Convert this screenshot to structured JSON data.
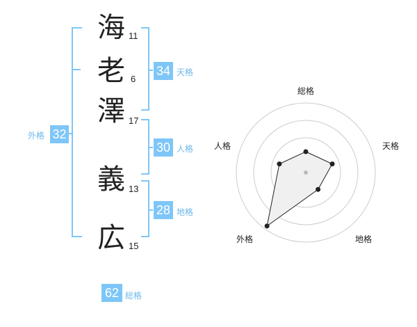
{
  "name_chars": [
    {
      "char": "海",
      "strokes": "11"
    },
    {
      "char": "老",
      "strokes": "6"
    },
    {
      "char": "澤",
      "strokes": "17"
    },
    {
      "char": "義",
      "strokes": "13"
    },
    {
      "char": "広",
      "strokes": "15"
    }
  ],
  "fortunes": {
    "tenkaku": {
      "value": "34",
      "label": "天格"
    },
    "jinkaku": {
      "value": "30",
      "label": "人格"
    },
    "chikaku": {
      "value": "28",
      "label": "地格"
    },
    "gaikaku": {
      "value": "32",
      "label": "外格"
    },
    "soukaku": {
      "value": "62",
      "label": "総格"
    }
  },
  "radar": {
    "axes": [
      "総格",
      "天格",
      "地格",
      "外格",
      "人格"
    ],
    "levels": 4,
    "values": [
      0.3,
      0.4,
      0.3,
      0.95,
      0.4
    ],
    "colors": {
      "ring": "#cccccc",
      "polygon_fill": "#f0f0f0",
      "polygon_stroke": "#222222",
      "point": "#222222",
      "center": "#bbbbbb"
    }
  },
  "colors": {
    "bracket": "#7ec6f7",
    "badge": "#7ec6f7",
    "label": "#6fb8ec"
  }
}
